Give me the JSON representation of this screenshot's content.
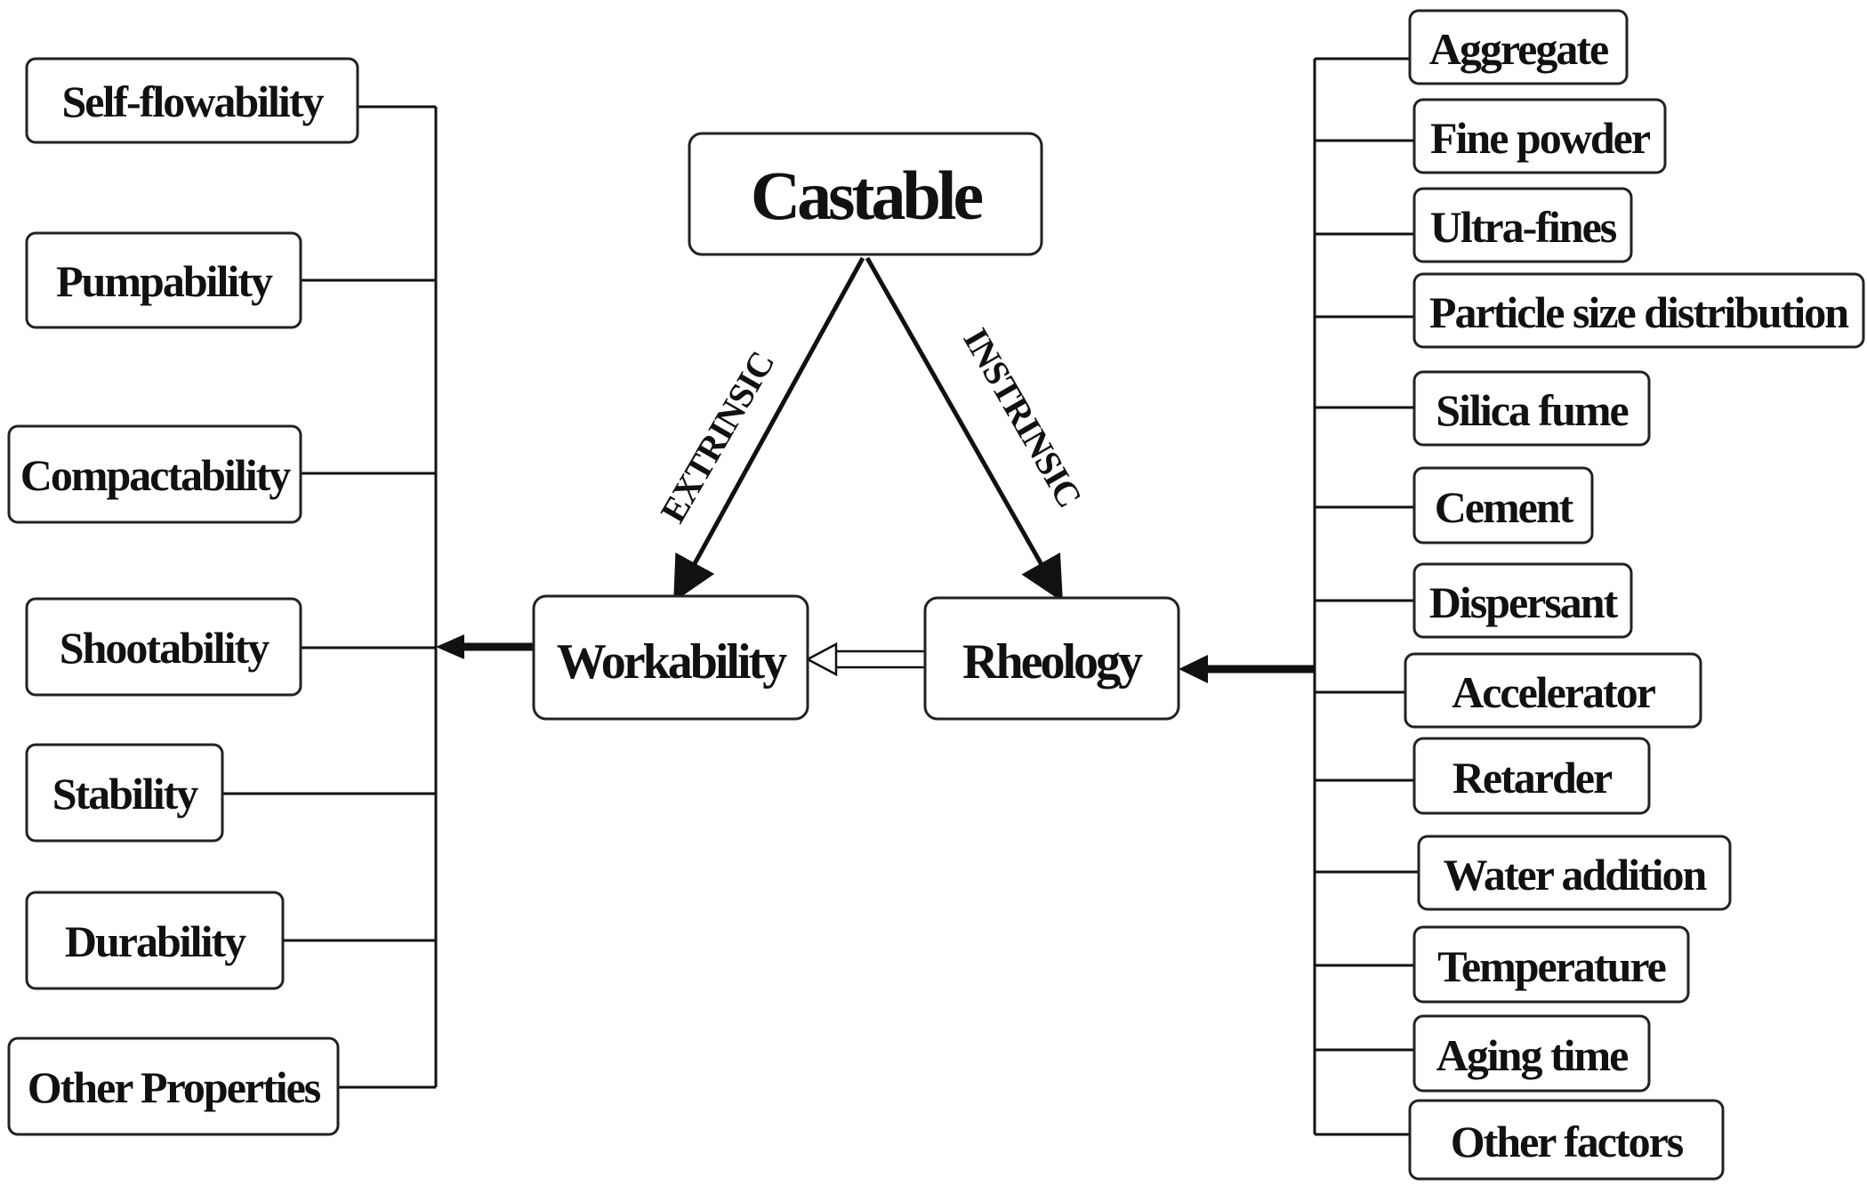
{
  "center": {
    "castable": "Castable",
    "workability": "Workability",
    "rheology": "Rheology",
    "extrinsic": "EXTRINSIC",
    "intrinsic": "INSTRINSIC"
  },
  "left_items": [
    "Self-flowability",
    "Pumpability",
    "Compactability",
    "Shootability",
    "Stability",
    "Durability",
    "Other Properties"
  ],
  "right_items": [
    "Aggregate",
    "Fine powder",
    "Ultra-fines",
    "Particle size distribution",
    "Silica fume",
    "Cement",
    "Dispersant",
    "Accelerator",
    "Retarder",
    "Water addition",
    "Temperature",
    "Aging time",
    "Other factors"
  ],
  "colors": {
    "stroke": "#111111",
    "background": "#ffffff"
  }
}
